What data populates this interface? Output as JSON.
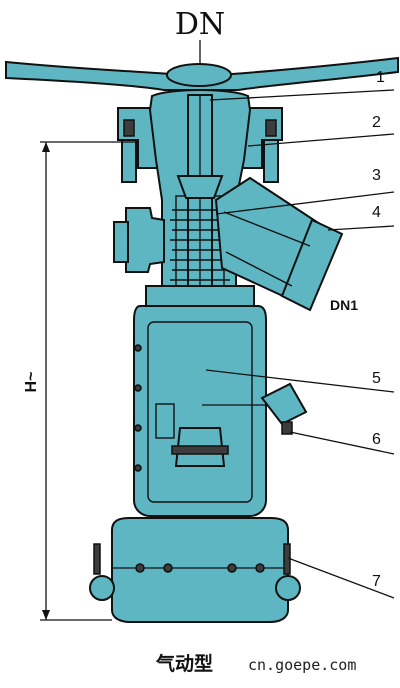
{
  "diagram": {
    "top_label": "DN",
    "side_label": "DN1",
    "height_label": "H~",
    "caption": "气动型",
    "watermark": "cn.goepe.com",
    "part_numbers": [
      "1",
      "2",
      "3",
      "4",
      "5",
      "6",
      "7"
    ]
  },
  "colors": {
    "body": "#5fb6c3",
    "outline": "#111111",
    "dark_parts": "#3d3d3d",
    "background": "#ffffff"
  }
}
